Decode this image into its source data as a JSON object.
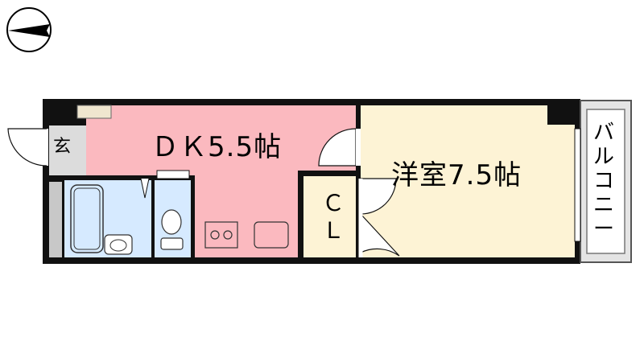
{
  "rooms": {
    "dk": "ＤＫ5.5帖",
    "bedroom": "洋室7.5帖",
    "entrance": "玄",
    "closet": "Ｃ\nＬ",
    "balcony": [
      "バ",
      "ル",
      "コ",
      "ニ",
      "ー"
    ]
  },
  "colors": {
    "dk_floor": "#fbb9bf",
    "bedroom_floor": "#fdf3d5",
    "closet_floor": "#fdf3d5",
    "bath_floor": "#d6eaff",
    "entrance_floor": "#dcdcdc",
    "balcony_floor": "#e4e4e4",
    "wall": "#111111"
  },
  "icons": [
    "compass-icon",
    "door-swing-icon",
    "bathtub-icon",
    "sink-icon",
    "toilet-icon",
    "stove-icon",
    "kitchen-sink-icon",
    "window-icon"
  ]
}
